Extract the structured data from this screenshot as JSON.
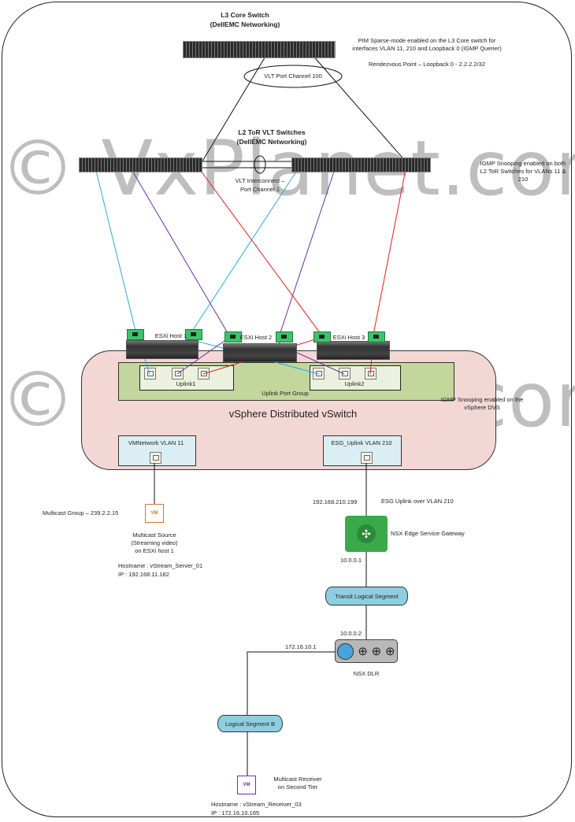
{
  "watermark": "© VxPlanet.com",
  "core_switch": {
    "title": "L3 Core Switch",
    "subtitle": "(DellEMC Networking)"
  },
  "pim_note": {
    "line1": "PIM Sparse-mode enabled on the L3 Core switch for",
    "line2": "interfaces VLAN 11, 210 and Loopback 0 (IGMP Querier)",
    "rp": "Rendezvous Point – Loopback 0 - 2.2.2.2/32"
  },
  "vlt_port_channel": "VLT Port Channel 100",
  "tor": {
    "title": "L2 ToR VLT Switches",
    "subtitle": "(DellEMC Networking)",
    "interconnect1": "VLT Interconnect –",
    "interconnect2": "Port Channel 1"
  },
  "igmp_tor": {
    "line1": "IGMP Snooping enabled on both",
    "line2": "L2 ToR Switches for VLANs 11 &",
    "line3": "210"
  },
  "hosts": [
    "ESXi Host 1",
    "ESXi Host 2",
    "ESXi Host 3"
  ],
  "dvs": {
    "name": "vSphere Distributed vSwitch",
    "uplink_pg": "Uplink Port Group",
    "uplink1": "Uplink1",
    "uplink2": "Uplink2",
    "pg_vm": "VMNetwork VLAN 11",
    "pg_esg": "ESG_Uplink VLAN 210"
  },
  "igmp_dvs": {
    "line1": "IGMP Snooping enabled on the",
    "line2": "vSphere DVS"
  },
  "source": {
    "group": "Multicast Group – 239.2.2.15",
    "vm": "VM",
    "l1": "Multicast Source",
    "l2": "(Streaming video)",
    "l3": "on ESXi host 1",
    "hostname": "Hostname : vStream_Server_01",
    "ip": "IP : 192.168.11.182"
  },
  "esg": {
    "uplink_ip": "192.168.210.199",
    "uplink_note": "ESG Uplink over VLAN 210",
    "name": "NSX Edge Service Gateway",
    "internal_ip": "10.0.0.1"
  },
  "transit": "Transit Logical Segment",
  "dlr": {
    "uplink_ip": "10.0.0.2",
    "lif_ip": "172.16.10.1",
    "name": "NSX DLR"
  },
  "segment_b": "Logical Segment B",
  "receiver": {
    "vm": "VM",
    "l1": "Multicast Receiver",
    "l2": "on Second Tier",
    "hostname": "Hostname : vStream_Receiver_03",
    "ip": "IP : 172.16.10.165"
  },
  "colors": {
    "cyan": "#29a9e0",
    "purple": "#7030a0",
    "red": "#e02020",
    "dvs": "#f2d7d5",
    "uplink_pg": "#c3d69b",
    "pg": "#dbeef4",
    "segment": "#8dcfe0",
    "esg": "#3aaa48"
  }
}
